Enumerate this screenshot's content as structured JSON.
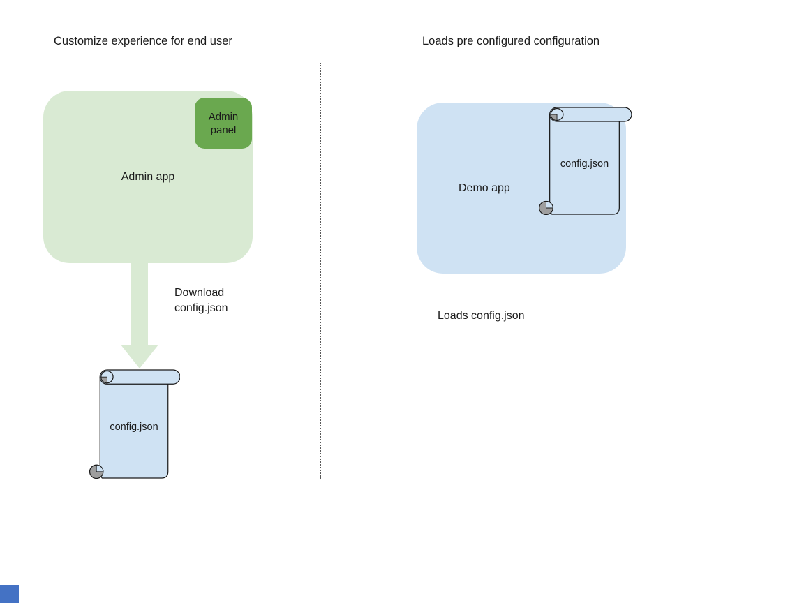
{
  "diagram": {
    "left": {
      "title": "Customize experience for end user",
      "admin_app": "Admin app",
      "admin_panel": "Admin panel",
      "download_label": "Download\nconfig.json",
      "config_file": "config.json"
    },
    "right": {
      "title": "Loads pre configured configuration",
      "demo_app": "Demo app",
      "config_file": "config.json",
      "caption": "Loads config.json"
    },
    "colors": {
      "admin_app_fill": "#d9ead3",
      "admin_panel_fill": "#6aa84f",
      "demo_app_fill": "#cfe2f3",
      "scroll_fill": "#cfe2f3",
      "scroll_curl_gray": "#9e9e9e",
      "arrow_fill": "#d9ead3",
      "divider_color": "#5a5a5a",
      "corner_square_blue": "#4472c4",
      "text_color": "#1a1a1a"
    }
  }
}
